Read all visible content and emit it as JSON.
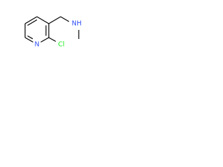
{
  "molecule": {
    "atoms": {
      "nitrogen_ring": "N",
      "chlorine": "Cl",
      "amine": "NH"
    },
    "colors": {
      "nitrogen": "#3050F8",
      "chlorine": "#1FF01F",
      "bond": "#000000"
    }
  }
}
